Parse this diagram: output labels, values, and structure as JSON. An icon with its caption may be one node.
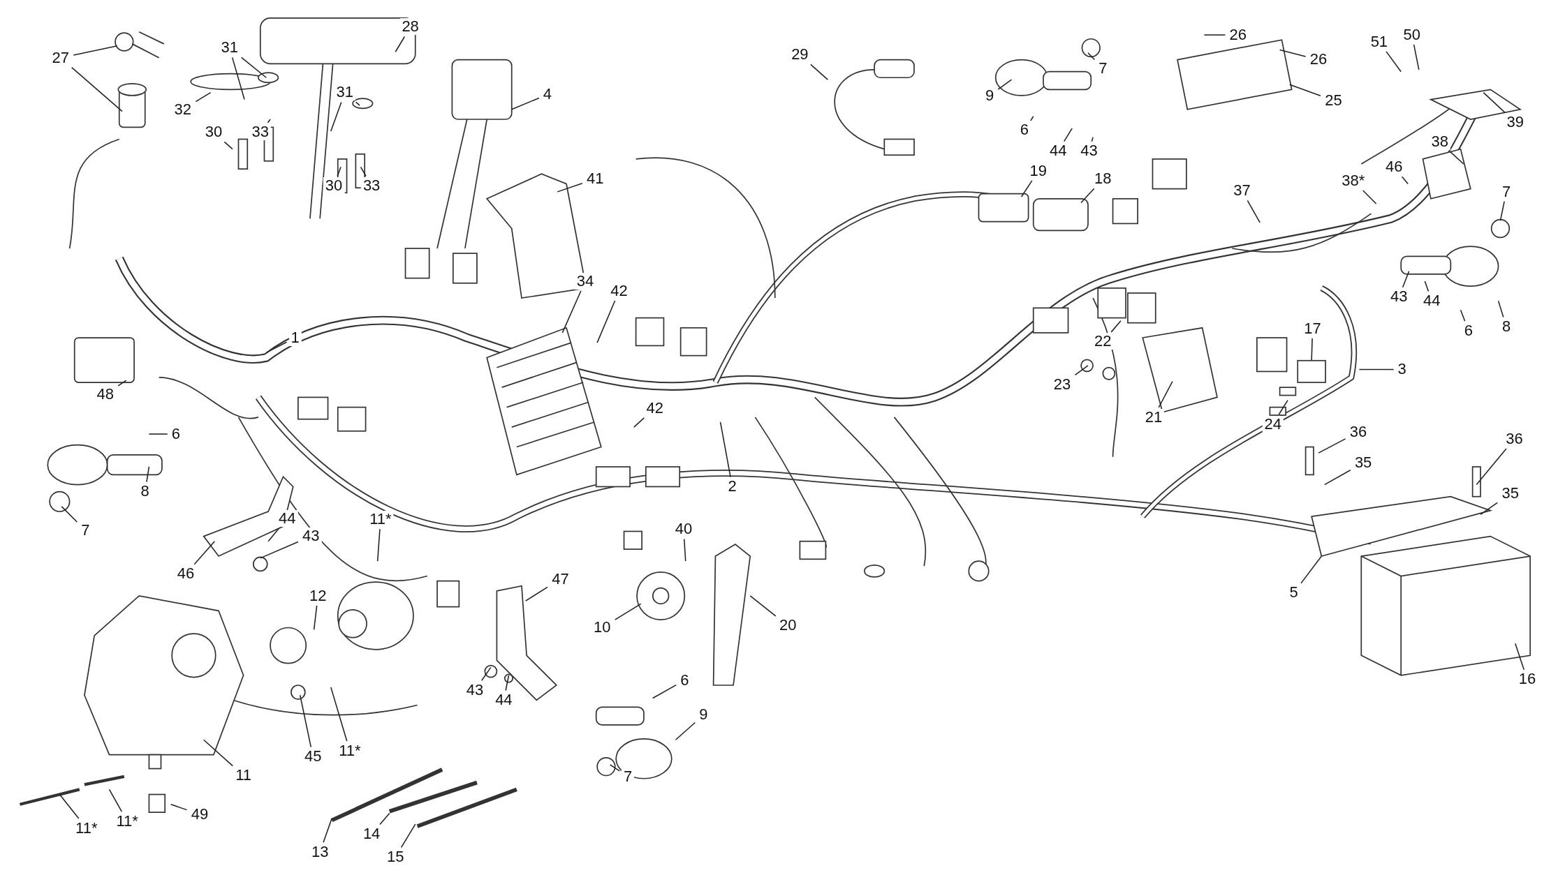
{
  "diagram": {
    "nodes": [
      {
        "text": [
          "27"
        ]
      },
      {
        "text": [
          "28"
        ]
      },
      {
        "text": [
          "31"
        ]
      },
      {
        "text": [
          "32"
        ]
      },
      {
        "text": [
          "30"
        ]
      },
      {
        "text": [
          "33"
        ]
      },
      {
        "text": [
          "31"
        ]
      },
      {
        "text": [
          "30"
        ]
      },
      {
        "text": [
          "33"
        ]
      },
      {
        "text": [
          "4"
        ]
      },
      {
        "text": [
          "29"
        ]
      },
      {
        "text": [
          "9"
        ]
      },
      {
        "text": [
          "7"
        ]
      },
      {
        "text": [
          "6"
        ]
      },
      {
        "text": [
          "44"
        ]
      },
      {
        "text": [
          "43"
        ]
      },
      {
        "text": [
          "26"
        ]
      },
      {
        "text": [
          "26"
        ]
      },
      {
        "text": [
          "25"
        ]
      },
      {
        "text": [
          "51"
        ]
      },
      {
        "text": [
          "50"
        ]
      },
      {
        "text": [
          "39"
        ]
      },
      {
        "text": [
          "41"
        ]
      },
      {
        "text": [
          "19"
        ]
      },
      {
        "text": [
          "18"
        ]
      },
      {
        "text": [
          "37"
        ]
      },
      {
        "text": [
          "38"
        ]
      },
      {
        "text": [
          "38*"
        ]
      },
      {
        "text": [
          "46"
        ]
      },
      {
        "text": [
          "7"
        ]
      },
      {
        "text": [
          "43"
        ]
      },
      {
        "text": [
          "44"
        ]
      },
      {
        "text": [
          "6"
        ]
      },
      {
        "text": [
          "8"
        ]
      },
      {
        "text": [
          "34"
        ]
      },
      {
        "text": [
          "42"
        ]
      },
      {
        "text": [
          "1"
        ]
      },
      {
        "text": [
          "48"
        ]
      },
      {
        "text": [
          "22"
        ]
      },
      {
        "text": [
          "23"
        ]
      },
      {
        "text": [
          "21"
        ]
      },
      {
        "text": [
          "17"
        ]
      },
      {
        "text": [
          "3"
        ]
      },
      {
        "text": [
          "24"
        ]
      },
      {
        "text": [
          "36"
        ]
      },
      {
        "text": [
          "35"
        ]
      },
      {
        "text": [
          "36"
        ]
      },
      {
        "text": [
          "35"
        ]
      },
      {
        "text": [
          "42"
        ]
      },
      {
        "text": [
          "2"
        ]
      },
      {
        "text": [
          "6"
        ]
      },
      {
        "text": [
          "7"
        ]
      },
      {
        "text": [
          "8"
        ]
      },
      {
        "text": [
          "46"
        ]
      },
      {
        "text": [
          "44"
        ]
      },
      {
        "text": [
          "43"
        ]
      },
      {
        "text": [
          "11*"
        ]
      },
      {
        "text": [
          "40"
        ]
      },
      {
        "text": [
          "10"
        ]
      },
      {
        "text": [
          "20"
        ]
      },
      {
        "text": [
          "47"
        ]
      },
      {
        "text": [
          "12"
        ]
      },
      {
        "text": [
          "5"
        ]
      },
      {
        "text": [
          "16"
        ]
      },
      {
        "text": [
          "43"
        ]
      },
      {
        "text": [
          "44"
        ]
      },
      {
        "text": [
          "6"
        ]
      },
      {
        "text": [
          "9"
        ]
      },
      {
        "text": [
          "45"
        ]
      },
      {
        "text": [
          "11*"
        ]
      },
      {
        "text": [
          "11"
        ]
      },
      {
        "text": [
          "11*"
        ]
      },
      {
        "text": [
          "11*"
        ]
      },
      {
        "text": [
          "49"
        ]
      },
      {
        "text": [
          "13"
        ]
      },
      {
        "text": [
          "14"
        ]
      },
      {
        "text": [
          "15"
        ]
      },
      {
        "text": [
          "7"
        ]
      }
    ],
    "edges": [
      {
        "from": 0,
        "to": null,
        "arrow": "none"
      },
      {
        "from": 0,
        "to": null,
        "arrow": "none"
      },
      {
        "from": 1,
        "to": null,
        "arrow": "none"
      },
      {
        "from": 2,
        "to": null,
        "arrow": "none"
      },
      {
        "from": 2,
        "to": null,
        "arrow": "none"
      },
      {
        "from": 3,
        "to": null,
        "arrow": "none"
      },
      {
        "from": 4,
        "to": null,
        "arrow": "none"
      },
      {
        "from": 5,
        "to": null,
        "arrow": "none"
      },
      {
        "from": 6,
        "to": null,
        "arrow": "none"
      },
      {
        "from": 6,
        "to": null,
        "arrow": "none"
      },
      {
        "from": 7,
        "to": null,
        "arrow": "none"
      },
      {
        "from": 8,
        "to": null,
        "arrow": "none"
      },
      {
        "from": 9,
        "to": null,
        "arrow": "none"
      },
      {
        "from": 10,
        "to": null,
        "arrow": "none"
      },
      {
        "from": 11,
        "to": null,
        "arrow": "none"
      },
      {
        "from": 12,
        "to": null,
        "arrow": "none"
      },
      {
        "from": 13,
        "to": null,
        "arrow": "none"
      },
      {
        "from": 14,
        "to": null,
        "arrow": "none"
      },
      {
        "from": 15,
        "to": null,
        "arrow": "none"
      },
      {
        "from": 16,
        "to": null,
        "arrow": "none"
      },
      {
        "from": 17,
        "to": null,
        "arrow": "none"
      },
      {
        "from": 18,
        "to": null,
        "arrow": "none"
      },
      {
        "from": 19,
        "to": null,
        "arrow": "none"
      },
      {
        "from": 20,
        "to": null,
        "arrow": "none"
      },
      {
        "from": 21,
        "to": null,
        "arrow": "none"
      },
      {
        "from": 22,
        "to": null,
        "arrow": "none"
      },
      {
        "from": 23,
        "to": null,
        "arrow": "none"
      },
      {
        "from": 24,
        "to": null,
        "arrow": "none"
      },
      {
        "from": 25,
        "to": null,
        "arrow": "none"
      },
      {
        "from": 26,
        "to": null,
        "arrow": "none"
      },
      {
        "from": 27,
        "to": null,
        "arrow": "none"
      },
      {
        "from": 28,
        "to": null,
        "arrow": "none"
      },
      {
        "from": 29,
        "to": null,
        "arrow": "none"
      },
      {
        "from": 30,
        "to": null,
        "arrow": "none"
      },
      {
        "from": 31,
        "to": null,
        "arrow": "none"
      },
      {
        "from": 32,
        "to": null,
        "arrow": "none"
      },
      {
        "from": 33,
        "to": null,
        "arrow": "none"
      },
      {
        "from": 34,
        "to": null,
        "arrow": "none"
      },
      {
        "from": 35,
        "to": null,
        "arrow": "none"
      },
      {
        "from": 36,
        "to": null,
        "arrow": "none"
      },
      {
        "from": 37,
        "to": null,
        "arrow": "none"
      },
      {
        "from": 38,
        "to": null,
        "arrow": "none"
      },
      {
        "from": 39,
        "to": null,
        "arrow": "none"
      },
      {
        "from": 40,
        "to": null,
        "arrow": "none"
      },
      {
        "from": 41,
        "to": null,
        "arrow": "none"
      },
      {
        "from": 42,
        "to": null,
        "arrow": "none"
      },
      {
        "from": 43,
        "to": null,
        "arrow": "none"
      },
      {
        "from": 44,
        "to": null,
        "arrow": "none"
      },
      {
        "from": 45,
        "to": null,
        "arrow": "none"
      },
      {
        "from": 46,
        "to": null,
        "arrow": "none"
      },
      {
        "from": 47,
        "to": null,
        "arrow": "none"
      },
      {
        "from": 48,
        "to": null,
        "arrow": "none"
      },
      {
        "from": 49,
        "to": null,
        "arrow": "none"
      },
      {
        "from": 50,
        "to": null,
        "arrow": "none"
      },
      {
        "from": 51,
        "to": null,
        "arrow": "none"
      },
      {
        "from": 52,
        "to": null,
        "arrow": "none"
      },
      {
        "from": 53,
        "to": null,
        "arrow": "none"
      },
      {
        "from": 54,
        "to": null,
        "arrow": "none"
      },
      {
        "from": 55,
        "to": null,
        "arrow": "none"
      },
      {
        "from": 56,
        "to": null,
        "arrow": "none"
      },
      {
        "from": 57,
        "to": null,
        "arrow": "none"
      },
      {
        "from": 58,
        "to": null,
        "arrow": "none"
      },
      {
        "from": 59,
        "to": null,
        "arrow": "none"
      },
      {
        "from": 60,
        "to": null,
        "arrow": "none"
      },
      {
        "from": 61,
        "to": null,
        "arrow": "none"
      },
      {
        "from": 62,
        "to": null,
        "arrow": "none"
      },
      {
        "from": 63,
        "to": null,
        "arrow": "none"
      },
      {
        "from": 64,
        "to": null,
        "arrow": "none"
      },
      {
        "from": 65,
        "to": null,
        "arrow": "none"
      },
      {
        "from": 66,
        "to": null,
        "arrow": "none"
      },
      {
        "from": 67,
        "to": null,
        "arrow": "none"
      },
      {
        "from": 68,
        "to": null,
        "arrow": "none"
      },
      {
        "from": 69,
        "to": null,
        "arrow": "none"
      },
      {
        "from": 70,
        "to": null,
        "arrow": "none"
      },
      {
        "from": 71,
        "to": null,
        "arrow": "none"
      },
      {
        "from": 72,
        "to": null,
        "arrow": "none"
      },
      {
        "from": 73,
        "to": null,
        "arrow": "none"
      },
      {
        "from": 74,
        "to": null,
        "arrow": "none"
      },
      {
        "from": 75,
        "to": null,
        "arrow": "none"
      },
      {
        "from": 76,
        "to": null,
        "arrow": "none"
      },
      {
        "from": 77,
        "to": null,
        "arrow": "none"
      }
    ]
  }
}
